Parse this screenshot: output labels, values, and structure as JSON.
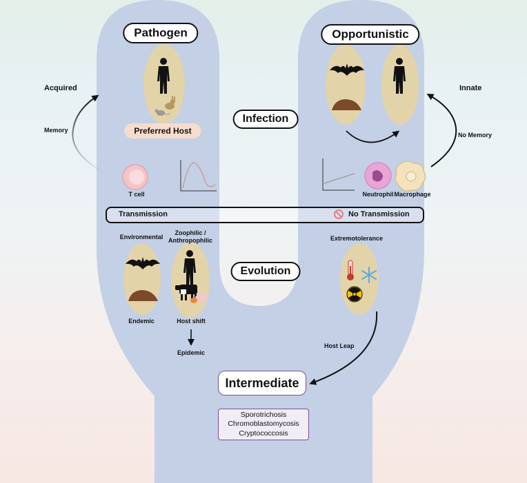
{
  "titles": {
    "pathogen": "Pathogen",
    "opportunistic": "Opportunistic",
    "infection": "Infection",
    "evolution": "Evolution",
    "intermediate": "Intermediate"
  },
  "left": {
    "acquired": "Acquired",
    "memory": "Memory",
    "preferred_host": "Preferred Host",
    "t_cell": "T cell"
  },
  "right": {
    "innate": "Innate",
    "no_memory": "No Memory",
    "neutrophil": "Neutrophil",
    "macrophage": "Macrophage"
  },
  "transmission": {
    "left": "Transmission",
    "right": "No Transmission"
  },
  "evolution_section": {
    "environmental": "Environmental",
    "zoophilic_line1": "Zoophilic /",
    "zoophilic_line2": "Anthropophilic",
    "endemic": "Endemic",
    "host_shift": "Host shift",
    "epidemic": "Epidemic",
    "extremotolerance": "Extremotolerance",
    "host_leap": "Host Leap"
  },
  "diseases": [
    "Sporotrichosis",
    "Chromoblastomycosis",
    "Cryptococcosis"
  ],
  "colors": {
    "u_shape": "#c3d0e6",
    "oval": "#e3d3a8",
    "cell_pink": "#f3c4c8",
    "neutrophil": "#e8a6d6",
    "macrophage": "#f3e3bd",
    "no_sign": "#d0403f",
    "intermediate_border": "#7b4f9a",
    "thermometer": "#c0392b",
    "snowflake": "#5aa9e6",
    "radiation": "#f2c200"
  }
}
